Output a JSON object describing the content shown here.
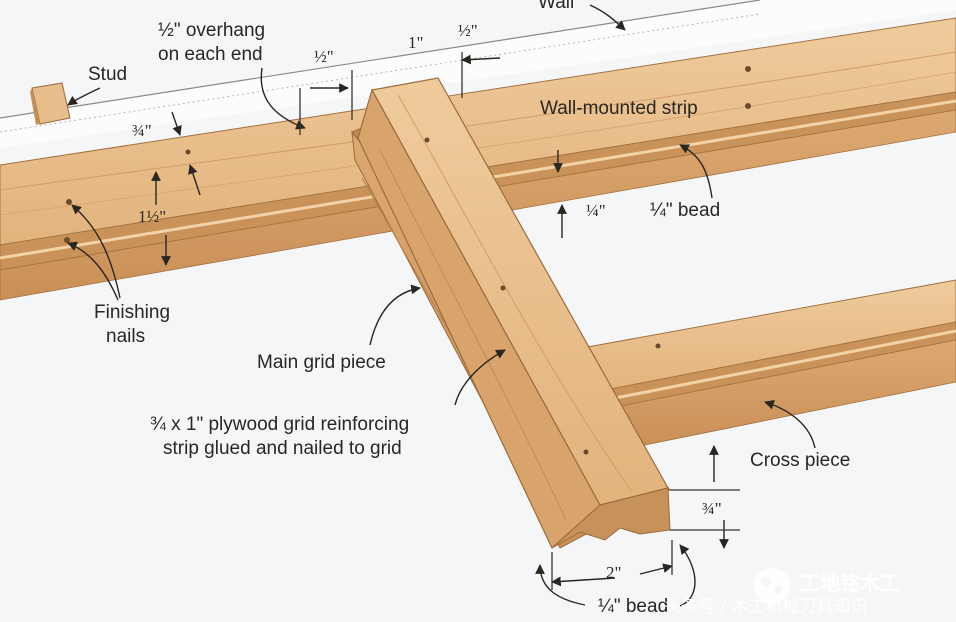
{
  "labels": {
    "wall": "Wall",
    "overhang_line1": "½\" overhang",
    "overhang_line2": "on each end",
    "stud": "Stud",
    "wall_mounted_strip": "Wall-mounted strip",
    "bead_wall": "¼\" bead",
    "finishing_line1": "Finishing",
    "finishing_line2": "nails",
    "main_grid_piece": "Main grid piece",
    "reinforcing_line1": "¾ x 1\" plywood grid reinforcing",
    "reinforcing_line2": "strip glued and nailed to grid",
    "cross_piece": "Cross piece",
    "bead_bottom": "¼\" bead"
  },
  "dimensions": {
    "one_inch": "1\"",
    "half_left": "½\"",
    "half_right": "½\"",
    "three_quarter_left": "¾\"",
    "one_and_half": "1½\"",
    "quarter": "¼\"",
    "three_quarter_right": "¾\"",
    "two_inch": "2\""
  },
  "watermark": {
    "text": "头条号 / 木工机械刀具知识",
    "brand": "工地铭木工"
  },
  "colors": {
    "background": "#f4f6f7",
    "wood_top": "#e9c08f",
    "wood_face": "#d7a26a",
    "wood_dark": "#b9814b",
    "ink": "#2a2622"
  }
}
